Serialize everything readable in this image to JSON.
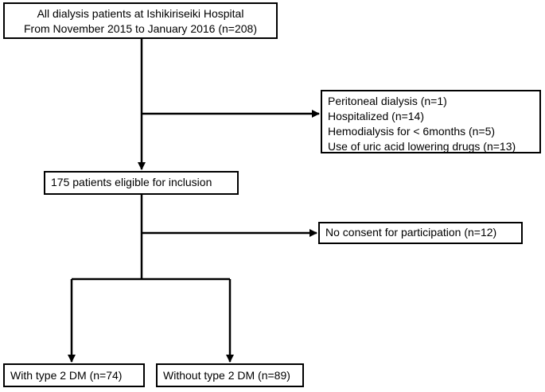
{
  "flowchart": {
    "all_patients": {
      "line1": "All dialysis patients at Ishikiriseiki Hospital",
      "line2": "From November 2015 to January  2016 (n=208)"
    },
    "exclusions_1": [
      "Peritoneal dialysis (n=1)",
      "Hospitalized (n=14)",
      "Hemodialysis for < 6months (n=5)",
      "Use of uric acid lowering drugs (n=13)"
    ],
    "eligible": "175 patients eligible for inclusion",
    "exclusion_2": "No consent for participation (n=12)",
    "with_dm": "With type 2 DM (n=74)",
    "without_dm": "Without type 2 DM (n=89)"
  }
}
